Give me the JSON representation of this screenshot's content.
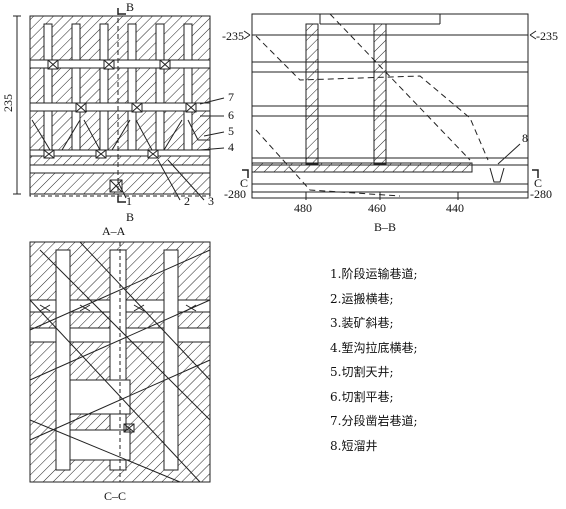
{
  "section_aa": {
    "caption": "A–A",
    "dimension": "235",
    "section_mark": "B",
    "callouts": [
      "7",
      "6",
      "5",
      "4",
      "1",
      "2",
      "3"
    ]
  },
  "section_bb": {
    "caption": "B–B",
    "levels": [
      "-235",
      "-235",
      "-280",
      "-280"
    ],
    "ticks": [
      "480",
      "460",
      "440"
    ],
    "callout": "8",
    "section_mark": "C"
  },
  "section_cc": {
    "caption": "C–C"
  },
  "legend": [
    "1.阶段运输巷道;",
    "2.运搬横巷;",
    "3.装矿斜巷;",
    "4.堑沟拉底横巷;",
    "5.切割天井;",
    "6.切割平巷;",
    "7.分段凿岩巷道;",
    "8.短溜井"
  ]
}
